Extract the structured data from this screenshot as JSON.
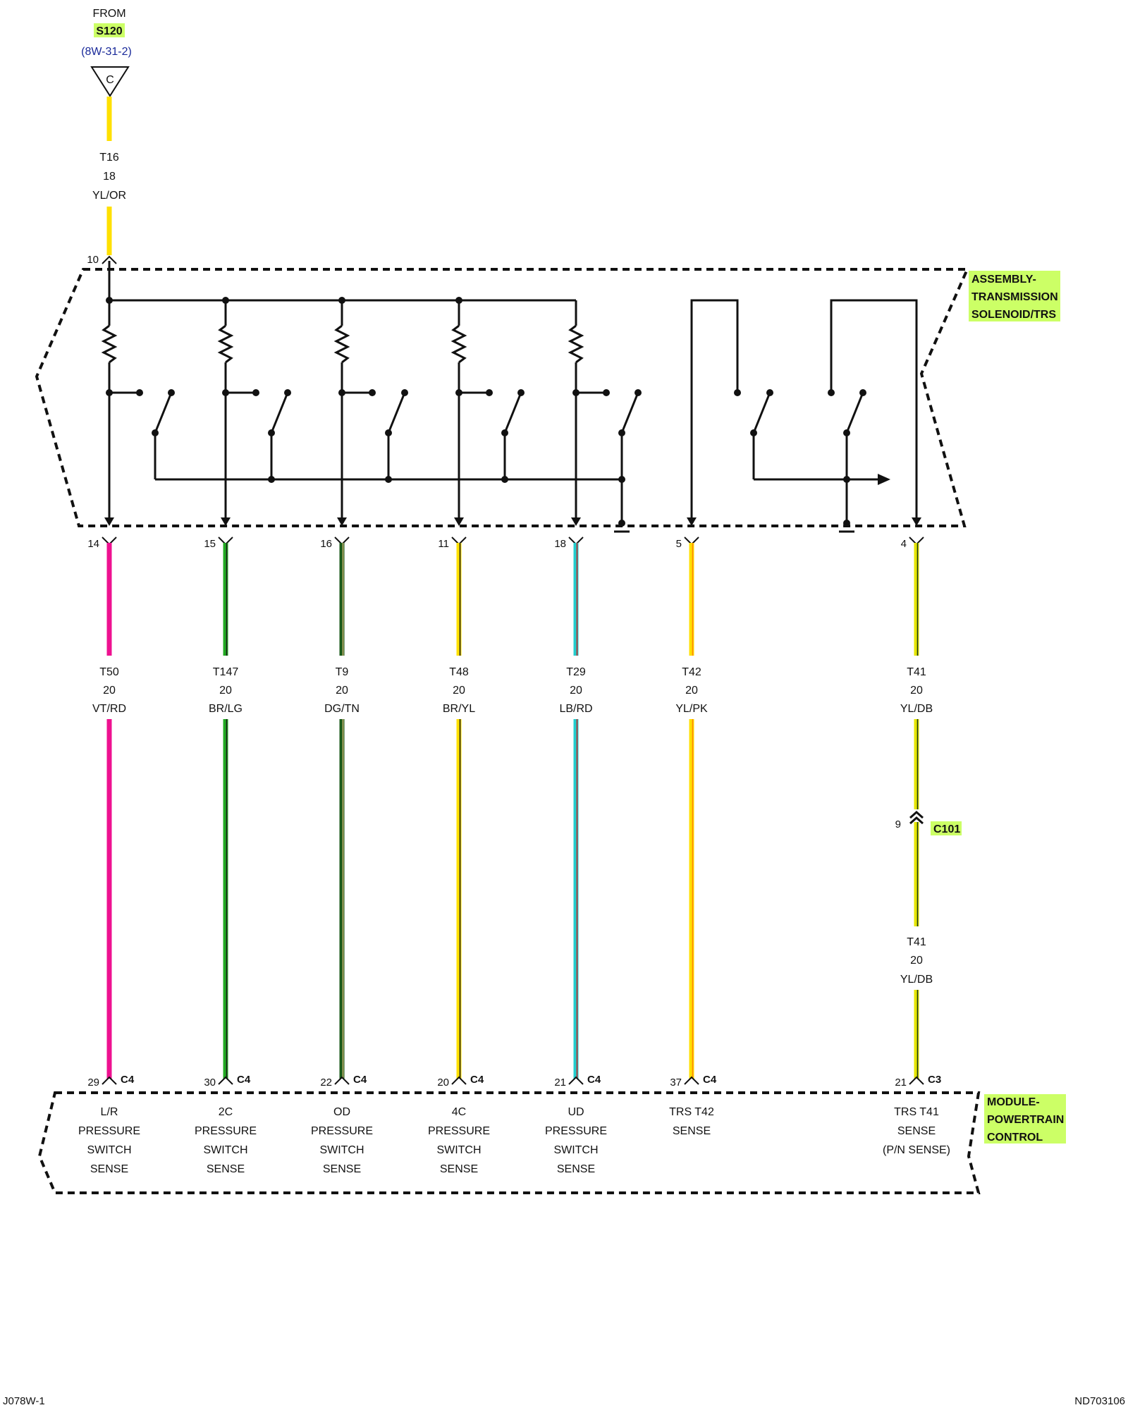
{
  "source": {
    "from_label": "FROM",
    "splice": "S120",
    "ref": "(8W-31-2)",
    "connector_letter": "C",
    "circuit": "T16",
    "gauge": "18",
    "color_code": "YL/OR",
    "pin": "10"
  },
  "trs_assembly": {
    "label_lines": [
      "ASSEMBLY-",
      "TRANSMISSION",
      "SOLENOID/TRS"
    ]
  },
  "pcm": {
    "label_lines": [
      "MODULE-",
      "POWERTRAIN",
      "CONTROL"
    ]
  },
  "inline_connector": {
    "pin": "9",
    "name": "C101",
    "circuit": "T41",
    "gauge": "20",
    "color_code": "YL/DB"
  },
  "circuits": [
    {
      "top_pin": "14",
      "circuit": "T50",
      "gauge": "20",
      "color_code": "VT/RD",
      "pcm_pin": "29",
      "pcm_conn": "C4",
      "func_lines": [
        "L/R",
        "PRESSURE",
        "SWITCH",
        "SENSE"
      ]
    },
    {
      "top_pin": "15",
      "circuit": "T147",
      "gauge": "20",
      "color_code": "BR/LG",
      "pcm_pin": "30",
      "pcm_conn": "C4",
      "func_lines": [
        "2C",
        "PRESSURE",
        "SWITCH",
        "SENSE"
      ]
    },
    {
      "top_pin": "16",
      "circuit": "T9",
      "gauge": "20",
      "color_code": "DG/TN",
      "pcm_pin": "22",
      "pcm_conn": "C4",
      "func_lines": [
        "OD",
        "PRESSURE",
        "SWITCH",
        "SENSE"
      ]
    },
    {
      "top_pin": "11",
      "circuit": "T48",
      "gauge": "20",
      "color_code": "BR/YL",
      "pcm_pin": "20",
      "pcm_conn": "C4",
      "func_lines": [
        "4C",
        "PRESSURE",
        "SWITCH",
        "SENSE"
      ]
    },
    {
      "top_pin": "18",
      "circuit": "T29",
      "gauge": "20",
      "color_code": "LB/RD",
      "pcm_pin": "21",
      "pcm_conn": "C4",
      "func_lines": [
        "UD",
        "PRESSURE",
        "SWITCH",
        "SENSE"
      ]
    },
    {
      "top_pin": "5",
      "circuit": "T42",
      "gauge": "20",
      "color_code": "YL/PK",
      "pcm_pin": "37",
      "pcm_conn": "C4",
      "func_lines": [
        "TRS T42",
        "SENSE"
      ]
    },
    {
      "top_pin": "4",
      "circuit": "T41",
      "gauge": "20",
      "color_code": "YL/DB",
      "pcm_pin": "21",
      "pcm_conn": "C3",
      "func_lines": [
        "TRS T41",
        "SENSE",
        "(P/N SENSE)"
      ]
    }
  ],
  "footer": {
    "left_code": "J078W-1",
    "right_code": "ND703106"
  },
  "colors": {
    "highlight": "#ccff66",
    "yellow": "#ffe000",
    "magenta": "#ee1190",
    "cyan": "#22cccc",
    "green": "#22aa22",
    "dark_green": "#1a5a1a",
    "orange": "#ff9900"
  }
}
